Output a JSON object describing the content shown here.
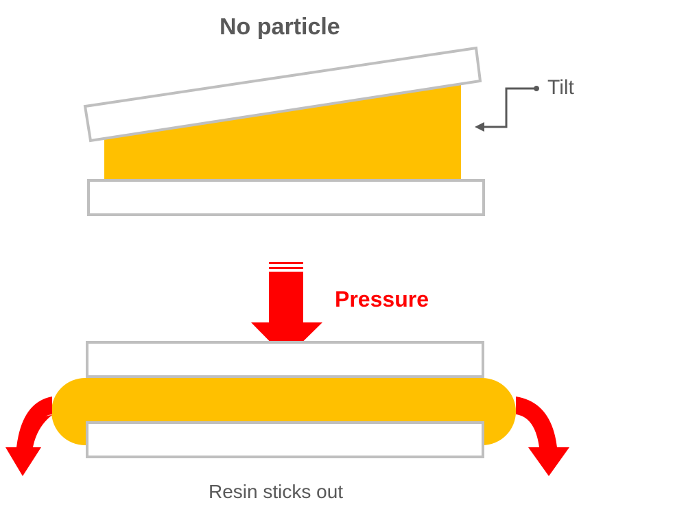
{
  "title": "No particle",
  "callouts": {
    "tilt": "Tilt",
    "pressure": "Pressure"
  },
  "caption": "Resin sticks out",
  "colors": {
    "text_dark": "#595959",
    "pressure_red": "#ff0000",
    "resin_amber": "#ffc000",
    "plate_border": "#bfbfbf",
    "pointer_gray": "#595959"
  }
}
